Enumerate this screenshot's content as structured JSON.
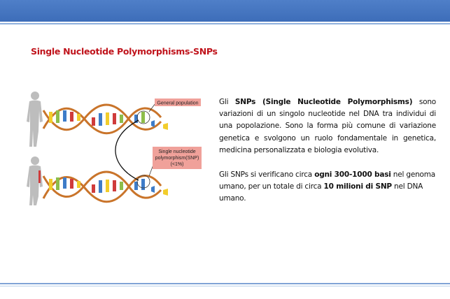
{
  "slide": {
    "title": "Single Nucleotide Polymorphisms-SNPs"
  },
  "figure": {
    "label_general": "General population",
    "label_snp_line1": "Single nucleotide",
    "label_snp_line2": "polymorphism(SNP)",
    "label_snp_line3": "(<1%)",
    "colors": {
      "strand": "#c9742a",
      "label_bg": "#f0a19a",
      "blue": "#3e7cc8",
      "red": "#cf3b3b",
      "yellow": "#f2cd2b",
      "green": "#8dbd4a",
      "figure_gray": "#bdbdbd"
    }
  },
  "body": {
    "p1": {
      "a": "Gli ",
      "b1": "SNPs (Single Nucleotide Polymorphisms)",
      "c": " sono variazioni di un singolo nucleotide nel DNA tra individui di una popolazione. Sono la forma più comune di variazione genetica e svolgono un ruolo fondamentale in genetica, medicina personalizzata e biologia evolutiva."
    },
    "p2": {
      "a": "Gli SNPs si verificano circa ",
      "b1": "ogni 300-1000 basi",
      "c": " nel genoma umano, per un totale di circa ",
      "b2": "10 milioni di SNP",
      "d": " nel DNA umano."
    }
  }
}
